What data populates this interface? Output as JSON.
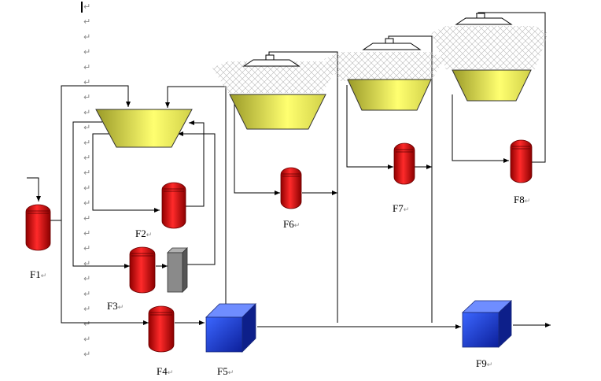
{
  "labels": {
    "f1": "F1",
    "f2": "F2",
    "f3": "F3",
    "f4": "F4",
    "f5": "F5",
    "f6": "F6",
    "f7": "F7",
    "f8": "F8",
    "f9": "F9"
  },
  "label_suffix": "↵",
  "paragraph_mark": "↵",
  "colors": {
    "vessel_red": "#e00000",
    "tank_yellow": "#d8d84a",
    "block_blue": "#1a3bd6",
    "block_gray": "#808080",
    "line": "#000000"
  }
}
